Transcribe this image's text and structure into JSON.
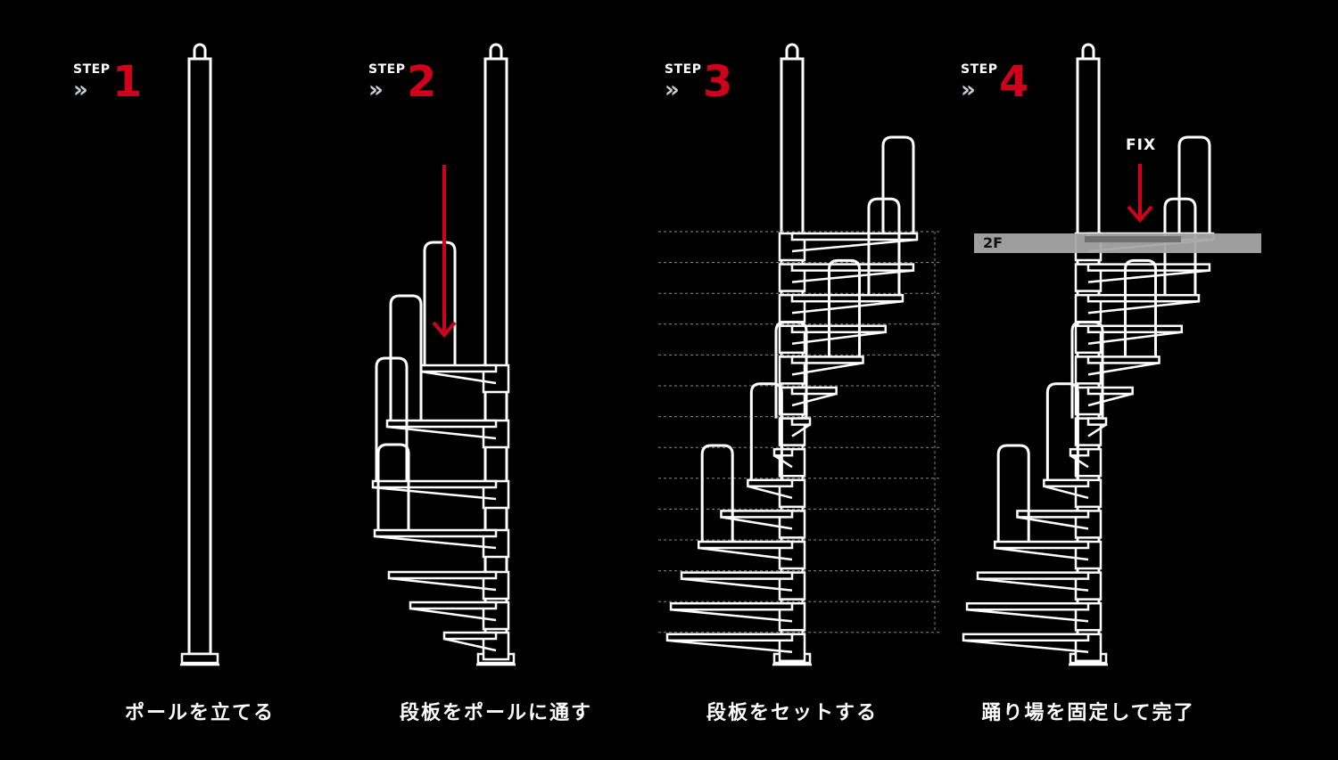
{
  "colors": {
    "accent": "#d0021b",
    "line": "#ffffff",
    "floor": "#a6a6a6",
    "background": "#000000"
  },
  "steps": [
    {
      "label": "STEP",
      "chevron": "»",
      "number": "1",
      "caption": "ポールを立てる"
    },
    {
      "label": "STEP",
      "chevron": "»",
      "number": "2",
      "caption": "段板をポールに通す"
    },
    {
      "label": "STEP",
      "chevron": "»",
      "number": "3",
      "caption": "段板をセットする"
    },
    {
      "label": "STEP",
      "chevron": "»",
      "number": "4",
      "caption": "踊り場を固定して完了"
    }
  ],
  "step4": {
    "fix_label": "FIX",
    "floor_label": "2F"
  }
}
